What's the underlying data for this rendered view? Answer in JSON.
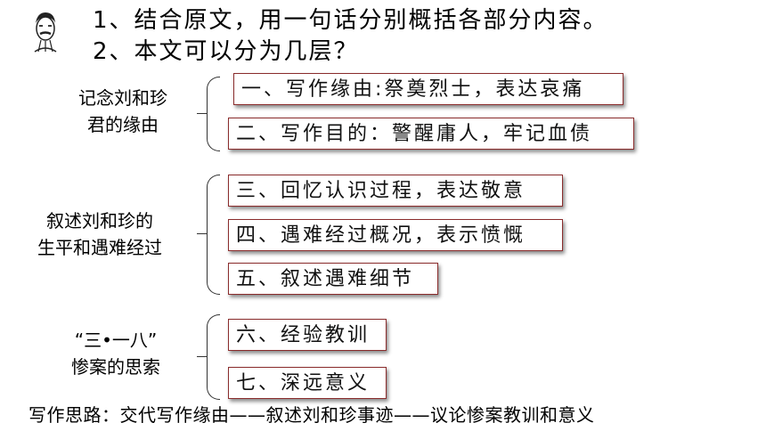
{
  "questions": [
    "1、结合原文，用一句话分别概括各部分内容。",
    "2、本文可以分为几层？"
  ],
  "groups": [
    {
      "label_lines": [
        "记念刘和珍",
        "君的缘由"
      ]
    },
    {
      "label_lines": [
        "叙述刘和珍的",
        "生平和遇难经过"
      ]
    },
    {
      "label_lines": [
        "“三•一八”",
        "惨案的思索"
      ]
    }
  ],
  "boxes": [
    "一、写作缘由:祭奠烈士，表达哀痛",
    "二、写作目的：警醒庸人，牢记血债",
    "三、回忆认识过程，表达敬意",
    "四、遇难经过概况，表示愤慨",
    "五、叙述遇难细节",
    "六、经验教训",
    "七、深远意义"
  ],
  "footer": "写作思路：交代写作缘由——叙述刘和珍事迹——议论惨案教训和意义",
  "colors": {
    "box_border": "#8a2c2c",
    "text": "#000000"
  },
  "icons": {
    "portrait": "lu-xun-portrait-icon"
  }
}
